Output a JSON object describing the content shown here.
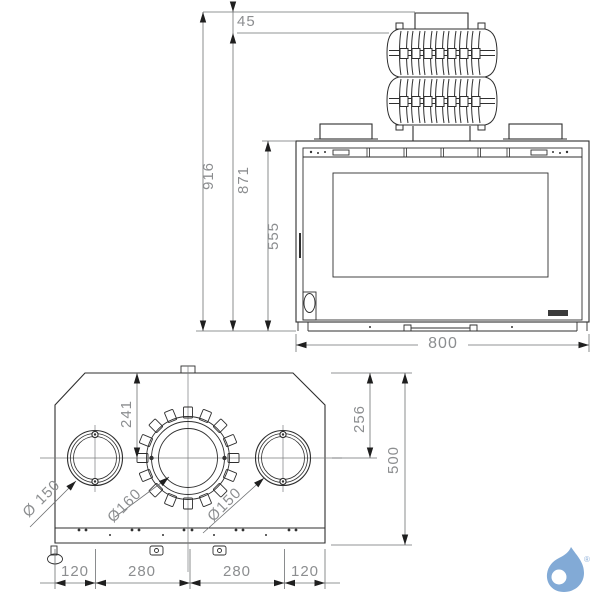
{
  "front_view": {
    "dim_45": "45",
    "dim_916": "916",
    "dim_871": "871",
    "dim_555": "555",
    "dim_800": "800"
  },
  "top_view": {
    "dim_241": "241",
    "dim_256": "256",
    "dim_500": "500",
    "dia_left": "Ø 150",
    "dia_center": "Ø160",
    "dia_right": "Ø150",
    "dim_bottom": [
      "120",
      "280",
      "280",
      "120"
    ]
  },
  "logo": {
    "registered": "®"
  },
  "colors": {
    "line": "#2f2f2f",
    "dim": "#6e7072",
    "text": "#8c8e90",
    "logo_blue": "#82aad6"
  }
}
